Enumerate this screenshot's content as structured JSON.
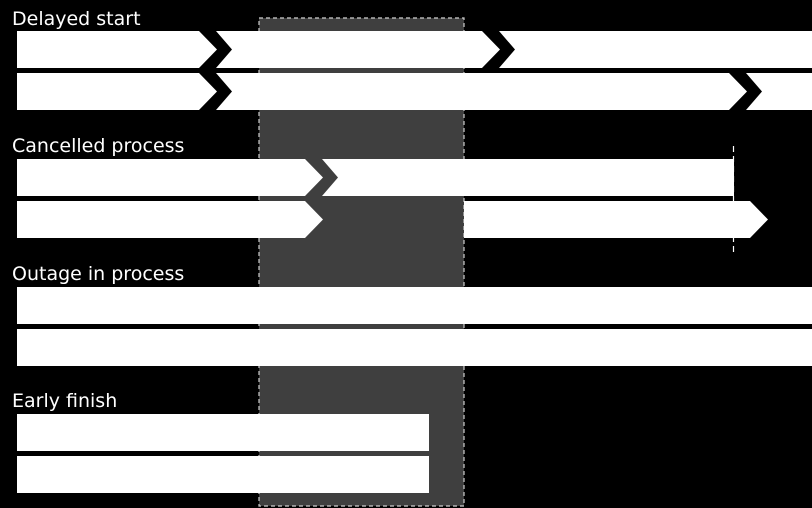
{
  "colors": {
    "background": "#000000",
    "bar": "#ffffff",
    "window_fill": "#3f3f3f",
    "window_border": "#cfcfcf",
    "marker": "#ffffff"
  },
  "sections": [
    {
      "id": "delayed-start",
      "label": "Delayed start"
    },
    {
      "id": "cancelled-process",
      "label": "Cancelled process"
    },
    {
      "id": "outage-in-process",
      "label": "Outage in process"
    },
    {
      "id": "early-finish",
      "label": "Early finish"
    }
  ]
}
